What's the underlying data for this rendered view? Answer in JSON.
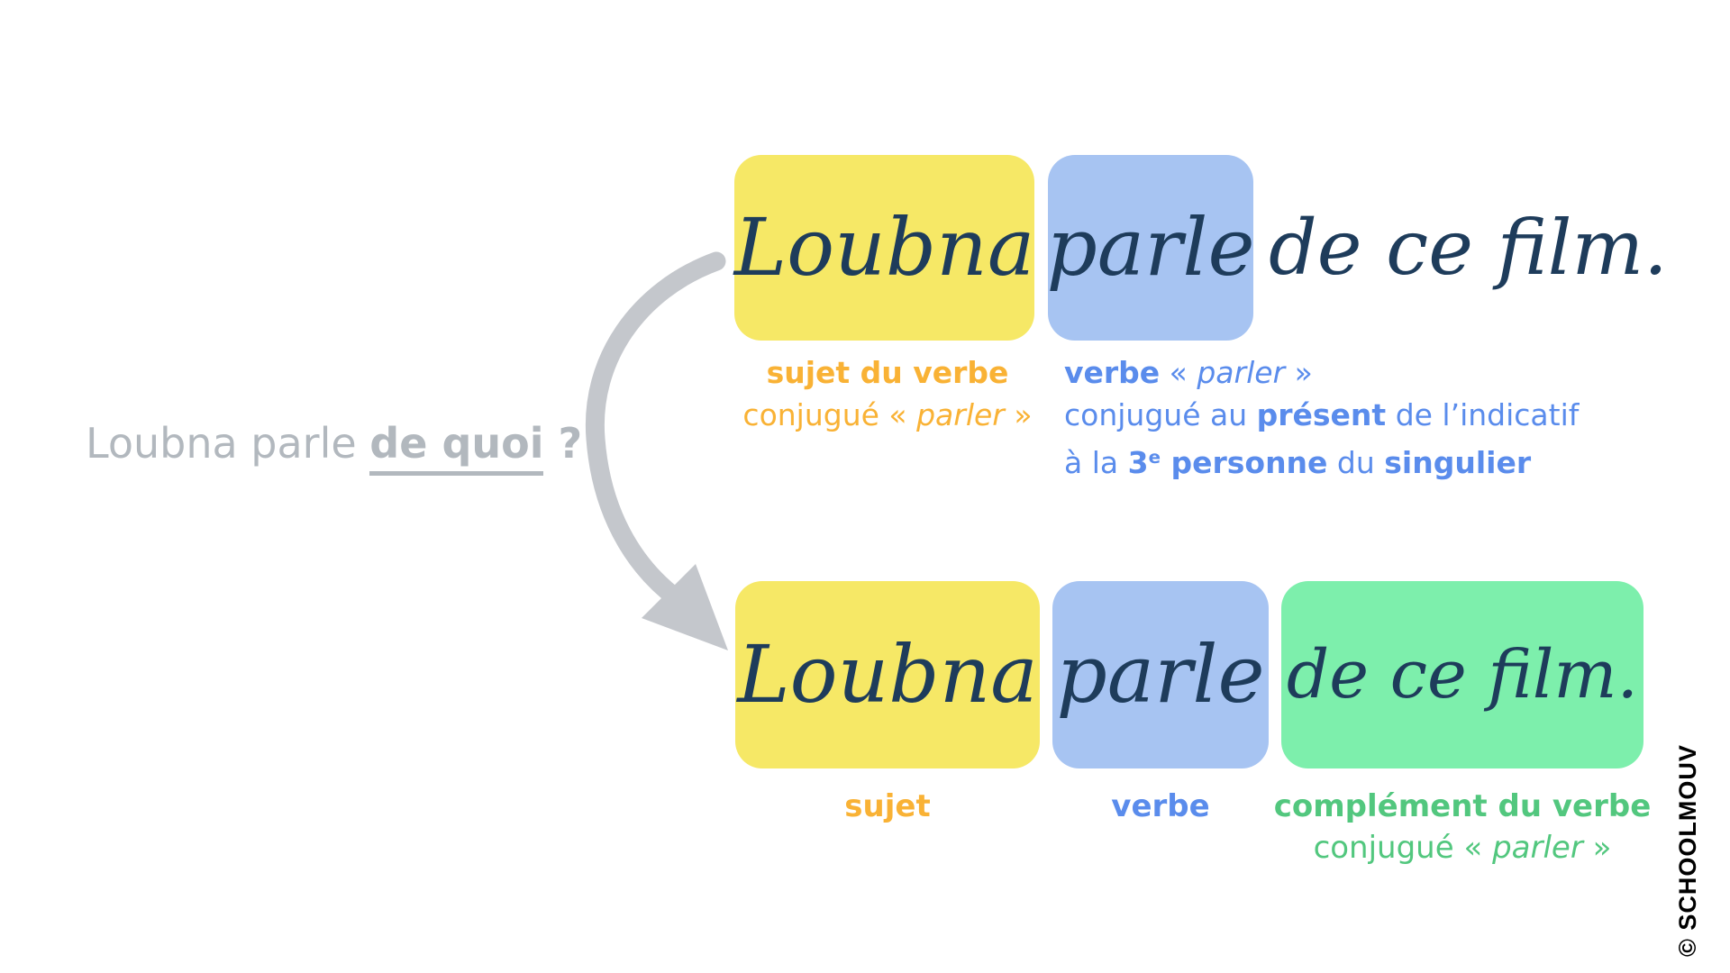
{
  "question": {
    "prefix": "Loubna parle ",
    "highlight": "de quoi",
    "suffix": " ?"
  },
  "boxes": {
    "top_subject": "Loubna",
    "top_verb": "parle",
    "top_rest": "de ce film.",
    "bottom_subject": "Loubna",
    "bottom_verb": "parle",
    "bottom_complement": "de ce film."
  },
  "labels": {
    "top_subject": {
      "line1": "sujet du verbe",
      "line2_pre": "conjugué « ",
      "line2_verb": "parler",
      "line2_post": " »"
    },
    "top_verb": {
      "line1_bold": "verbe",
      "line1_pre": " « ",
      "line1_verb": "parler",
      "line1_post": " »",
      "line2_reg1": "conjugué au ",
      "line2_bold1": "présent",
      "line2_reg2": " de l’indicatif",
      "line3_reg1": "à la ",
      "line3_bold_num": "3",
      "line3_sup": "e",
      "line3_bold2": " personne",
      "line3_reg2": " du ",
      "line3_bold3": "singulier"
    },
    "bottom_subject": "sujet",
    "bottom_verb": "verbe",
    "bottom_complement": {
      "line1": "complément du verbe",
      "line2_pre": "conjugué « ",
      "line2_verb": "parler",
      "line2_post": " »"
    }
  },
  "watermark": {
    "text": "© SCHOOLMOUV"
  },
  "colors": {
    "box_yellow": "#F6E866",
    "box_blue": "#A7C4F2",
    "box_green": "#7DEFAC",
    "script_navy": "#1E3C5B",
    "label_orange": "#F9B235",
    "label_blue": "#5A8CEC",
    "label_green": "#52C77E",
    "question_gray": "#B2B8BE",
    "arrow_gray": "#C4C7CC",
    "watermark_black": "#000000"
  }
}
